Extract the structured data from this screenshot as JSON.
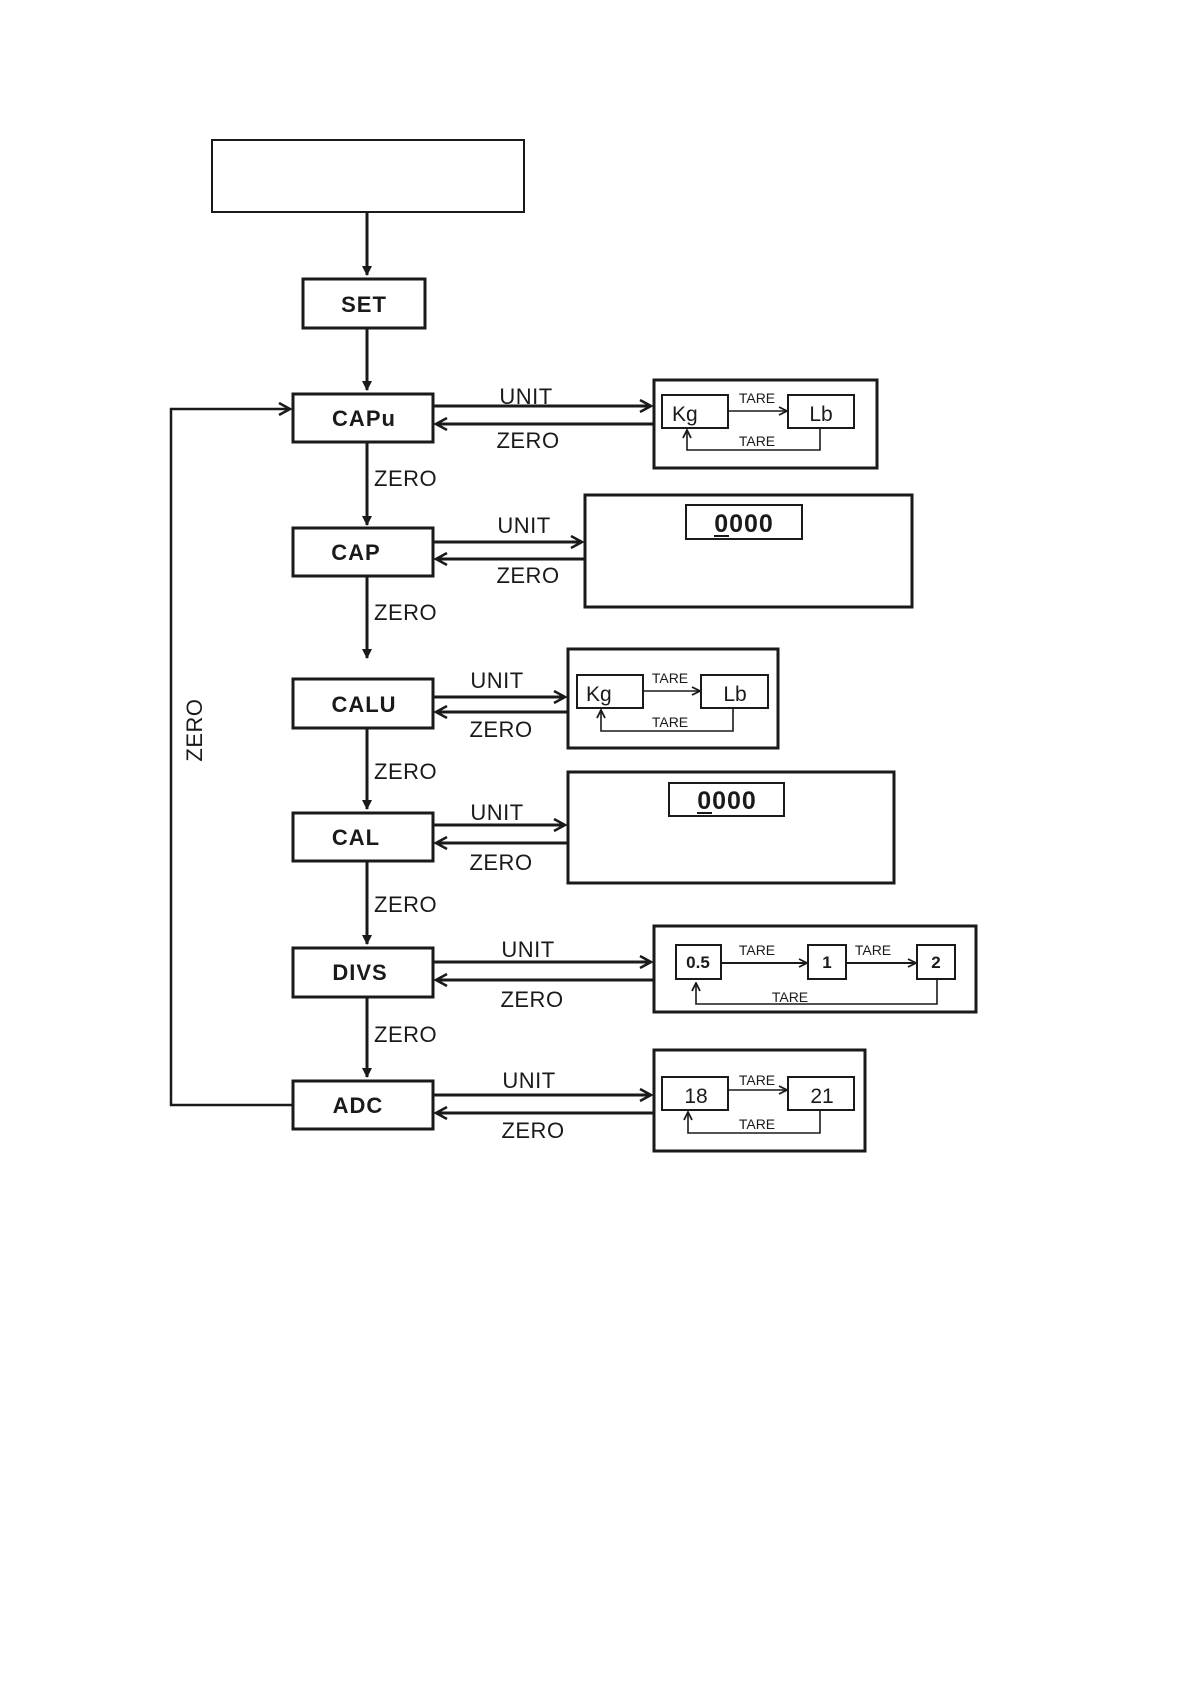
{
  "diagram": {
    "type": "flowchart",
    "start_box_text": "",
    "nodes": [
      {
        "id": "set",
        "label": "SET"
      },
      {
        "id": "capu",
        "label": "CAPu"
      },
      {
        "id": "cap",
        "label": "CAP"
      },
      {
        "id": "calu",
        "label": "CALU"
      },
      {
        "id": "cal",
        "label": "CAL"
      },
      {
        "id": "divs",
        "label": "DIVS"
      },
      {
        "id": "adc",
        "label": "ADC"
      }
    ],
    "edges": {
      "forward_label": "UNIT",
      "back_label": "ZERO",
      "down_label": "ZERO",
      "loop_label": "ZERO",
      "cycle_label": "TARE"
    },
    "options": {
      "capu": [
        "Kg",
        "Lb"
      ],
      "cap": "0000",
      "calu": [
        "Kg",
        "Lb"
      ],
      "cal": "0000",
      "divs": [
        "0.5",
        "1",
        "2"
      ],
      "adc": [
        "18",
        "21"
      ]
    }
  }
}
